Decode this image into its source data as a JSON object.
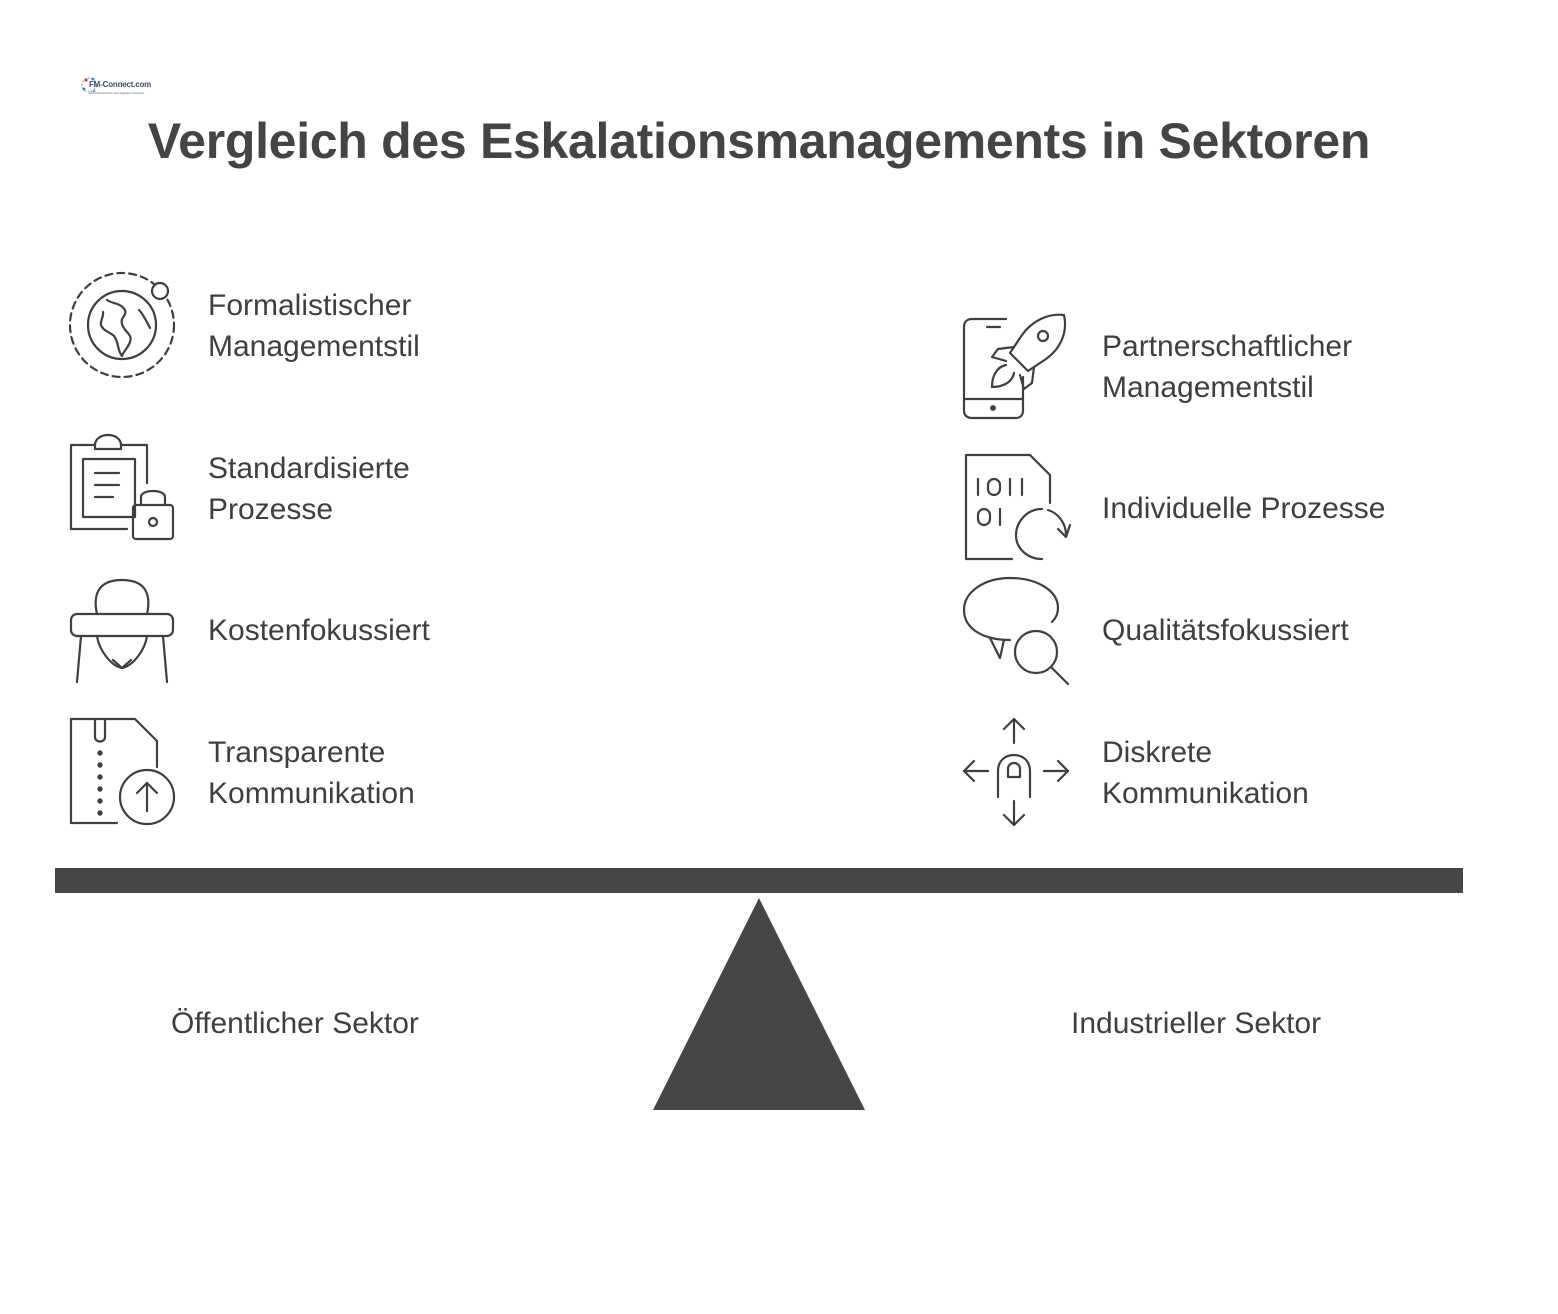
{
  "logo": {
    "text": "FM-Connect.com",
    "subtext": "Das FM-Netzwerk und digitales Netzwerk"
  },
  "title": "Vergleich des Eskalationsmanagements in Sektoren",
  "left_items": [
    {
      "line1": "Formalistischer",
      "line2": "Managementstil",
      "icon": "globe-icon"
    },
    {
      "line1": "Standardisierte",
      "line2": "Prozesse",
      "icon": "clipboard-lock-icon"
    },
    {
      "line1": "Kostenfokussiert",
      "line2": "",
      "icon": "high-chair-icon"
    },
    {
      "line1": "Transparente",
      "line2": "Kommunikation",
      "icon": "file-upload-icon"
    }
  ],
  "right_items": [
    {
      "line1": "Partnerschaftlicher",
      "line2": "Managementstil",
      "icon": "phone-rocket-icon"
    },
    {
      "line1": "Individuelle Prozesse",
      "line2": "",
      "icon": "binary-file-refresh-icon"
    },
    {
      "line1": "Qualitätsfokussiert",
      "line2": "",
      "icon": "chat-search-icon"
    },
    {
      "line1": "Diskrete",
      "line2": "Kommunikation",
      "icon": "touch-arrows-icon"
    }
  ],
  "sectors": {
    "left": "Öffentlicher Sektor",
    "right": "Industrieller Sektor"
  },
  "colors": {
    "dark": "#464646",
    "text": "#3f3f3f",
    "icon_stroke": "#3f3f3f"
  }
}
